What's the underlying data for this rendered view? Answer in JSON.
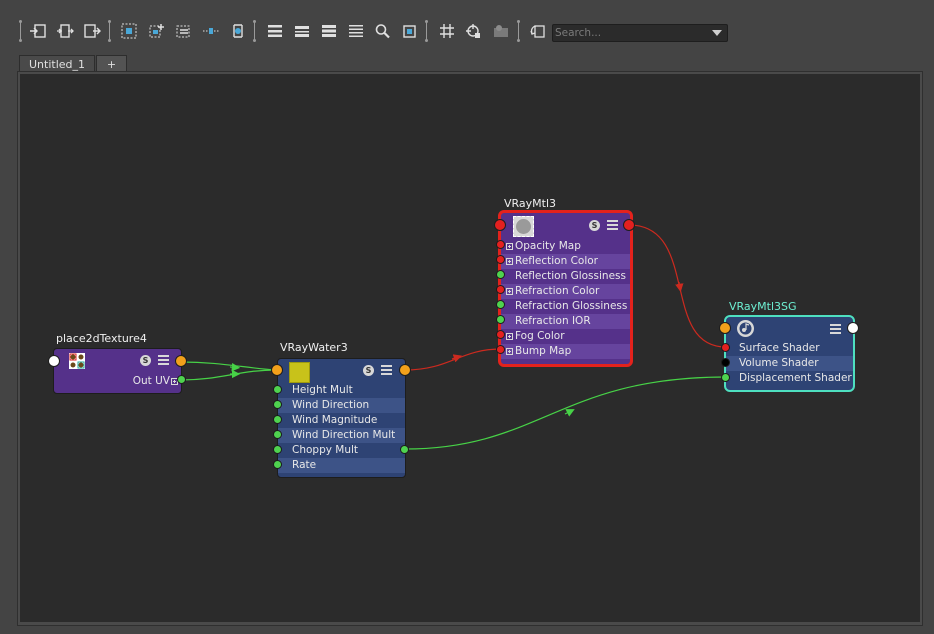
{
  "toolbar": {
    "buttons": [
      {
        "name": "input-connections-icon",
        "glyph": "⇥"
      },
      {
        "name": "input-output-connections-icon",
        "glyph": "⇆"
      },
      {
        "name": "output-connections-icon",
        "glyph": "⇤"
      },
      {
        "name": "select-all-icon",
        "glyph": "⬚"
      },
      {
        "name": "add-selected-icon",
        "glyph": "⊞"
      },
      {
        "name": "remove-selected-icon",
        "glyph": "⊟"
      },
      {
        "name": "graph-layout-icon",
        "glyph": "⇹"
      },
      {
        "name": "hide-nodes-icon",
        "glyph": "⊏"
      },
      {
        "name": "simple-view-icon",
        "glyph": "☰"
      },
      {
        "name": "connected-view-icon",
        "glyph": "☰"
      },
      {
        "name": "full-view-icon",
        "glyph": "☰"
      },
      {
        "name": "custom-view-icon",
        "glyph": "☰"
      },
      {
        "name": "search-icon",
        "glyph": "🔍"
      },
      {
        "name": "frame-icon",
        "glyph": "⧉"
      },
      {
        "name": "grid-icon",
        "glyph": "#"
      },
      {
        "name": "snap-to-grid-icon",
        "glyph": "⌖"
      },
      {
        "name": "swatches-icon",
        "glyph": "▣"
      },
      {
        "name": "refresh-icon",
        "glyph": "⟳"
      }
    ],
    "search": {
      "placeholder": "Search...",
      "value": ""
    }
  },
  "tabs": [
    {
      "label": "Untitled_1"
    },
    {
      "label": "+"
    }
  ],
  "colors": {
    "node_purple": "#55318a",
    "node_blue": "#2e4374",
    "row_alt_purple": "#66449e",
    "row_alt_blue": "#3d5387",
    "port_orange": "#f2a01b",
    "port_green": "#4fd24f",
    "port_red": "#e3201f",
    "selected_red": "#e4221c",
    "selected_teal": "#4ee0c0",
    "wire_green": "#47d247",
    "wire_red": "#cc2a1f"
  },
  "nodes": {
    "place2d": {
      "title": "place2dTexture4",
      "attrs": [
        {
          "label": "Out UV"
        }
      ]
    },
    "water": {
      "title": "VRayWater3",
      "attrs": [
        {
          "label": "Height Mult"
        },
        {
          "label": "Wind Direction"
        },
        {
          "label": "Wind Magnitude"
        },
        {
          "label": "Wind Direction Mult"
        },
        {
          "label": "Choppy Mult"
        },
        {
          "label": "Rate"
        }
      ]
    },
    "mtl": {
      "title": "VRayMtl3",
      "attrs": [
        {
          "label": "Opacity Map"
        },
        {
          "label": "Reflection Color"
        },
        {
          "label": "Reflection Glossiness"
        },
        {
          "label": "Refraction Color"
        },
        {
          "label": "Refraction Glossiness"
        },
        {
          "label": "Refraction IOR"
        },
        {
          "label": "Fog Color"
        },
        {
          "label": "Bump Map"
        }
      ]
    },
    "sg": {
      "title": "VRayMtl3SG",
      "attrs": [
        {
          "label": "Surface Shader"
        },
        {
          "label": "Volume Shader"
        },
        {
          "label": "Displacement Shader"
        }
      ]
    }
  },
  "badge_letter": "S"
}
